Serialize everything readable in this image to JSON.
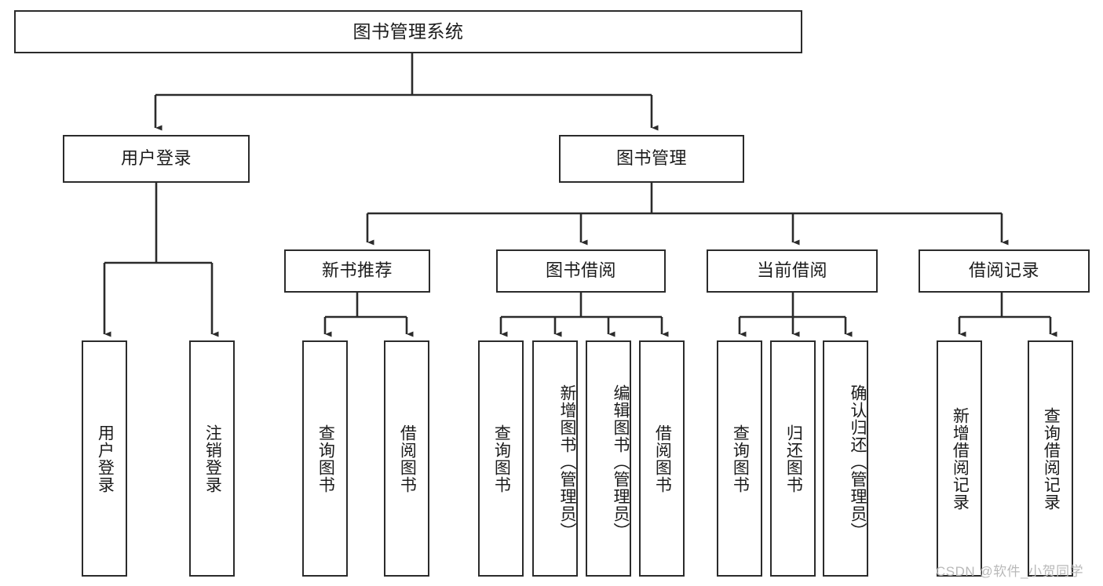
{
  "diagram": {
    "type": "tree-hierarchy",
    "title": "图书管理系统",
    "stroke_color": "#2b2b2b",
    "fill_color": "#ffffff",
    "text_color": "#1b1b1b",
    "watermark": "CSDN @软件_小贺同学"
  },
  "levels": {
    "root": {
      "label": "图书管理系统"
    },
    "level2": [
      {
        "label": "用户登录"
      },
      {
        "label": "图书管理"
      }
    ],
    "level3": [
      {
        "label": "新书推荐"
      },
      {
        "label": "图书借阅"
      },
      {
        "label": "当前借阅"
      },
      {
        "label": "借阅记录"
      }
    ],
    "leaves": {
      "user_login": [
        {
          "label": "用户登录"
        },
        {
          "label": "注销登录"
        }
      ],
      "new_book": [
        {
          "label": "查询图书"
        },
        {
          "label": "借阅图书"
        }
      ],
      "book_borrow": [
        {
          "label": "查询图书"
        },
        {
          "label": "新增图书（管理员）"
        },
        {
          "label": "编辑图书（管理员）"
        },
        {
          "label": "借阅图书"
        }
      ],
      "current_borrow": [
        {
          "label": "查询图书"
        },
        {
          "label": "归还图书"
        },
        {
          "label": "确认归还（管理员）"
        }
      ],
      "borrow_record": [
        {
          "label": "新增借阅记录"
        },
        {
          "label": "查询借阅记录"
        }
      ]
    }
  }
}
